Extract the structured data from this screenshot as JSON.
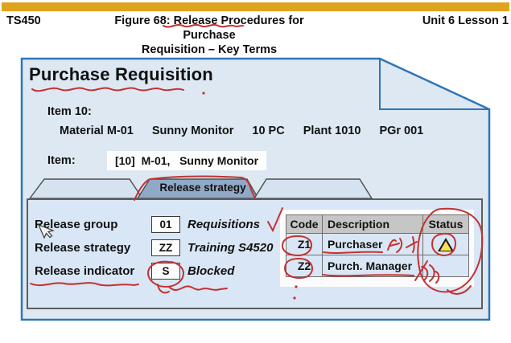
{
  "header": {
    "course": "TS450",
    "title_line1": "Figure 68: Release Procedures for Purchase",
    "title_line2": "Requisition – Key Terms",
    "lesson": "Unit 6 Lesson 1"
  },
  "document": {
    "title": "Purchase Requisition",
    "item10": {
      "label": "Item 10:",
      "fields": [
        "Material M-01",
        "Sunny Monitor",
        "10 PC",
        "Plant 1010",
        "PGr 001"
      ]
    },
    "item_row": {
      "label": "Item:",
      "value": "[10]  M-01,   Sunny Monitor"
    },
    "tabs": {
      "selected_label": "Release strategy",
      "count": 3
    },
    "release_fields": [
      {
        "label": "Release group",
        "code": "01",
        "desc": "Requisitions"
      },
      {
        "label": "Release strategy",
        "code": "ZZ",
        "desc": "Training S4520"
      },
      {
        "label": "Release indicator",
        "code": "S",
        "desc": "Blocked"
      }
    ],
    "table": {
      "headers": [
        "Code",
        "Description",
        "Status"
      ],
      "rows": [
        {
          "code": "Z1",
          "description": "Purchaser",
          "status_icon": "warning-triangle-icon"
        },
        {
          "code": "Z2",
          "description": "Purch. Manager",
          "status_icon": ""
        }
      ]
    }
  },
  "annotations": {
    "ink_color": "#c43131",
    "marks": [
      "underline-release-procedures",
      "underline-purchase-requisition",
      "outline-release-strategy-tab",
      "checkmark-near-table",
      "underline-release-indicator",
      "circle-around-s-indicator",
      "squiggle-after-s",
      "circle-around-z1",
      "circle-around-z2",
      "underline-purchaser",
      "underline-purch-manager",
      "handwriting-after-purchaser",
      "handwriting-after-purch-manager",
      "circle-around-warning-icon",
      "ellipse-around-status-column",
      "colon-dots-below-codes"
    ]
  },
  "colors": {
    "accent_gold": "#dfa41e",
    "document_border": "#2e76b9",
    "document_fill": "#dee8f2",
    "tab_selected_fill": "#90a9c7",
    "tab_fill": "#d5e3f1",
    "panel_fill": "#d9e6f5",
    "table_header_fill": "#c6c6c6",
    "warning_yellow": "#ffe14d",
    "ink_red": "#c43131"
  }
}
